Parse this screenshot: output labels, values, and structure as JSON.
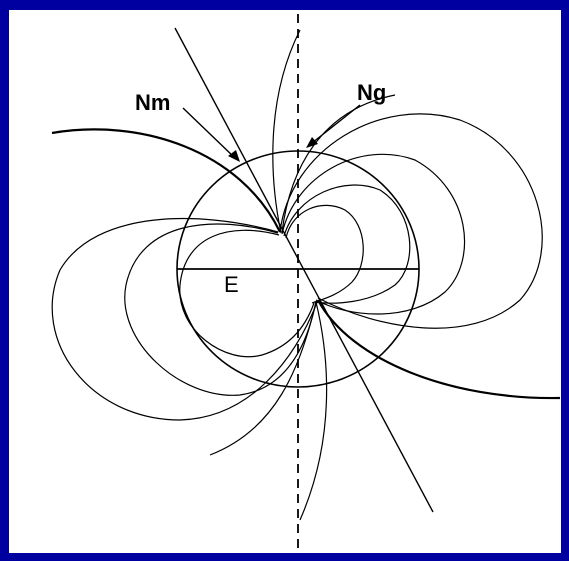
{
  "diagram": {
    "labels": {
      "magnetic_north": "Nm",
      "geographic_north": "Ng",
      "earth": "E"
    },
    "colors": {
      "frame": "#0000a0",
      "background": "#ffffff",
      "ink": "#000000"
    }
  }
}
